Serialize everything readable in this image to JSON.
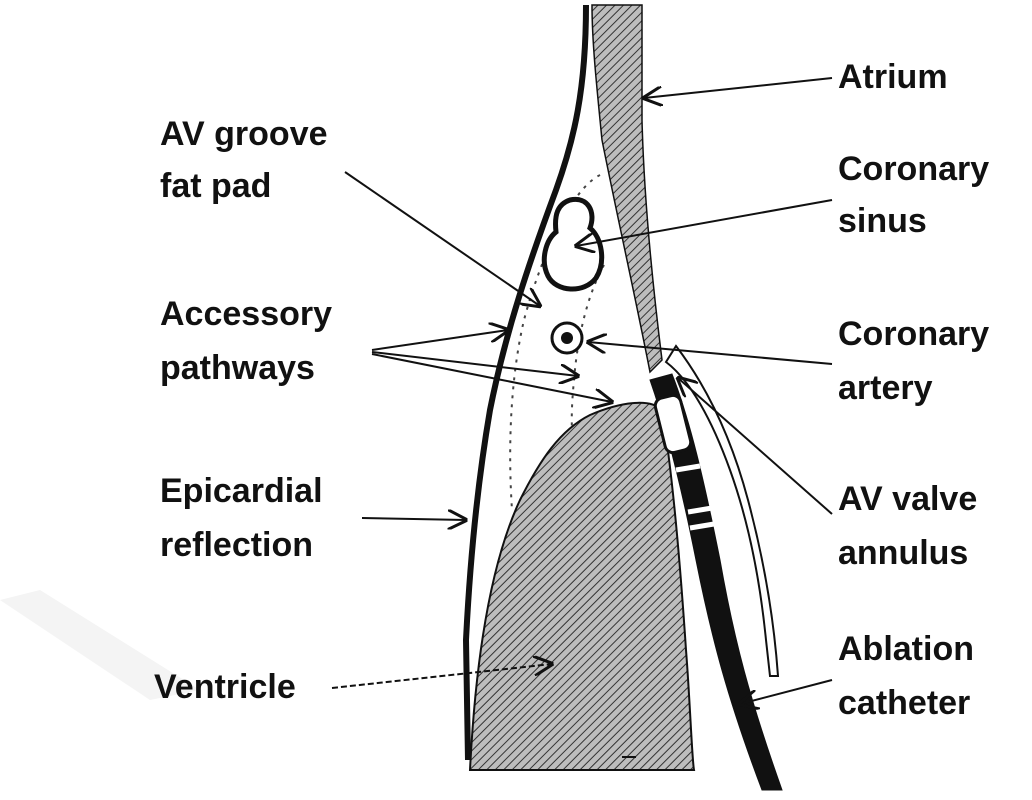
{
  "labels": {
    "atrium": "Atrium",
    "av_groove_fat_pad": [
      "AV groove",
      "fat pad"
    ],
    "coronary_sinus": [
      "Coronary",
      "sinus"
    ],
    "accessory_pathways": [
      "Accessory",
      "pathways"
    ],
    "coronary_artery": [
      "Coronary",
      "artery"
    ],
    "epicardial_reflection": [
      "Epicardial",
      "reflection"
    ],
    "av_valve_annulus": [
      "AV valve",
      "annulus"
    ],
    "ventricle": "Ventricle",
    "ablation_catheter": [
      "Ablation",
      "catheter"
    ]
  },
  "colors": {
    "ink": "#111111",
    "hatch_line": "#333333",
    "hatch_bg": "#bdbdbd",
    "background": "#ffffff"
  }
}
